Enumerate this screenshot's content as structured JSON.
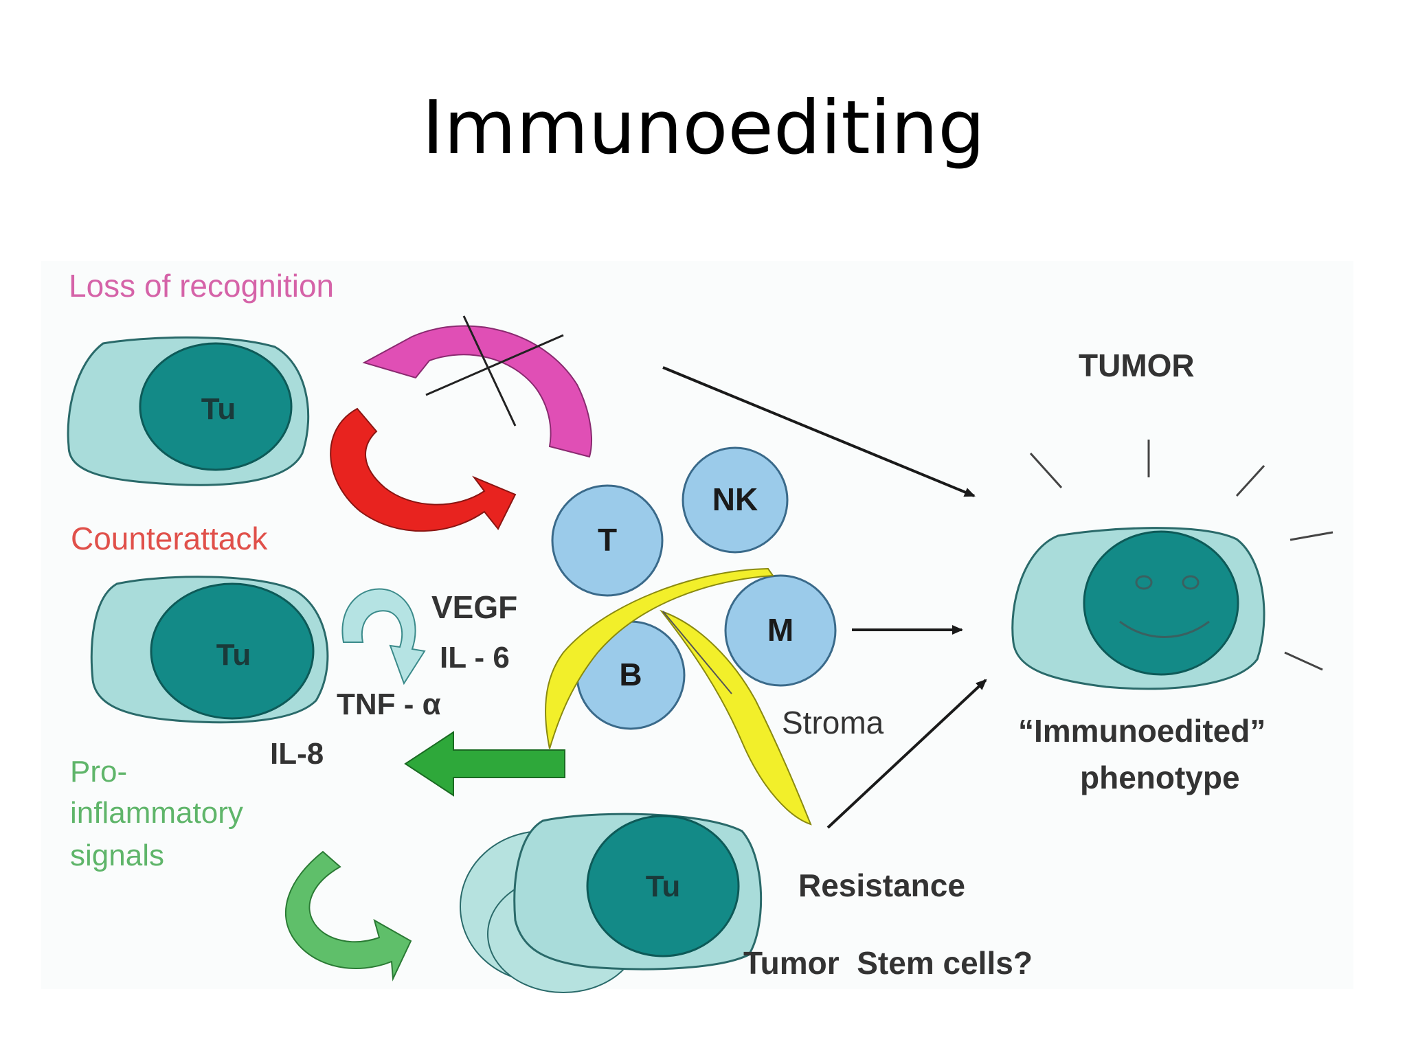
{
  "slide": {
    "title": "Immunoediting"
  },
  "labels": {
    "loss_of_recognition": "Loss of recognition",
    "counterattack": "Counterattack",
    "pro_inflammatory_1": "Pro-",
    "pro_inflammatory_2": "inflammatory",
    "pro_inflammatory_3": "signals",
    "tumor": "TUMOR",
    "immunoedited_1": "“Immunoedited”",
    "immunoedited_2": "phenotype",
    "stroma": "Stroma",
    "resistance": "Resistance",
    "tumor_stem_cells": "Tumor  Stem cells?",
    "vegf": "VEGF",
    "il6": "IL - 6",
    "tnf": "TNF - α",
    "il8": "IL-8"
  },
  "cells": {
    "tumor_cell": "Tu",
    "t_cell": "T",
    "nk_cell": "NK",
    "m_cell": "M",
    "b_cell": "B"
  },
  "colors": {
    "loss_of_recognition": "#d563a8",
    "counterattack": "#e0504a",
    "pro_inflammatory": "#5fb56a",
    "cell_body": "#a9dcda",
    "nucleus": "#138a87",
    "immune_cell": "#9bcbea",
    "stroma": "#f2ef2a",
    "magenta_arrow": "#e04fb5",
    "red_arrow": "#e8231f",
    "green_arrow": "#2ea83a",
    "text_dark": "#333333"
  }
}
